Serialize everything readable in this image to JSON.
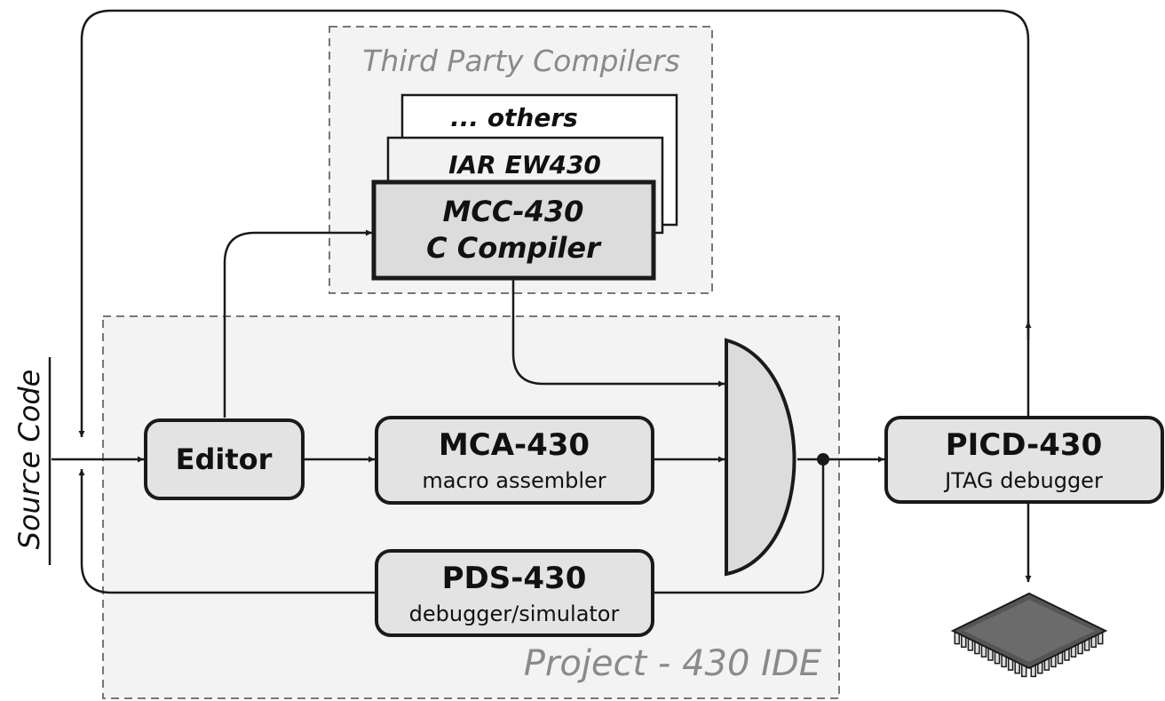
{
  "regions": {
    "third_party": "Third Party Compilers",
    "ide": "Project - 430 IDE"
  },
  "source_code_label": "Source Code",
  "compilers": {
    "others": "... others",
    "iar": "IAR EW430",
    "mcc_line1": "MCC-430",
    "mcc_line2": "C Compiler"
  },
  "blocks": {
    "editor": {
      "title": "Editor"
    },
    "mca": {
      "title": "MCA-430",
      "subtitle": "macro assembler"
    },
    "pds": {
      "title": "PDS-430",
      "subtitle": "debugger/simulator"
    },
    "picd": {
      "title": "PICD-430",
      "subtitle": "JTAG debugger"
    }
  },
  "icons": {
    "target": "microcontroller-chip-icon"
  },
  "colors": {
    "block_fill": "#e3e3e3",
    "region_fill": "#f3f3f3",
    "region_border": "#777777",
    "stroke": "#1a1a1a"
  }
}
